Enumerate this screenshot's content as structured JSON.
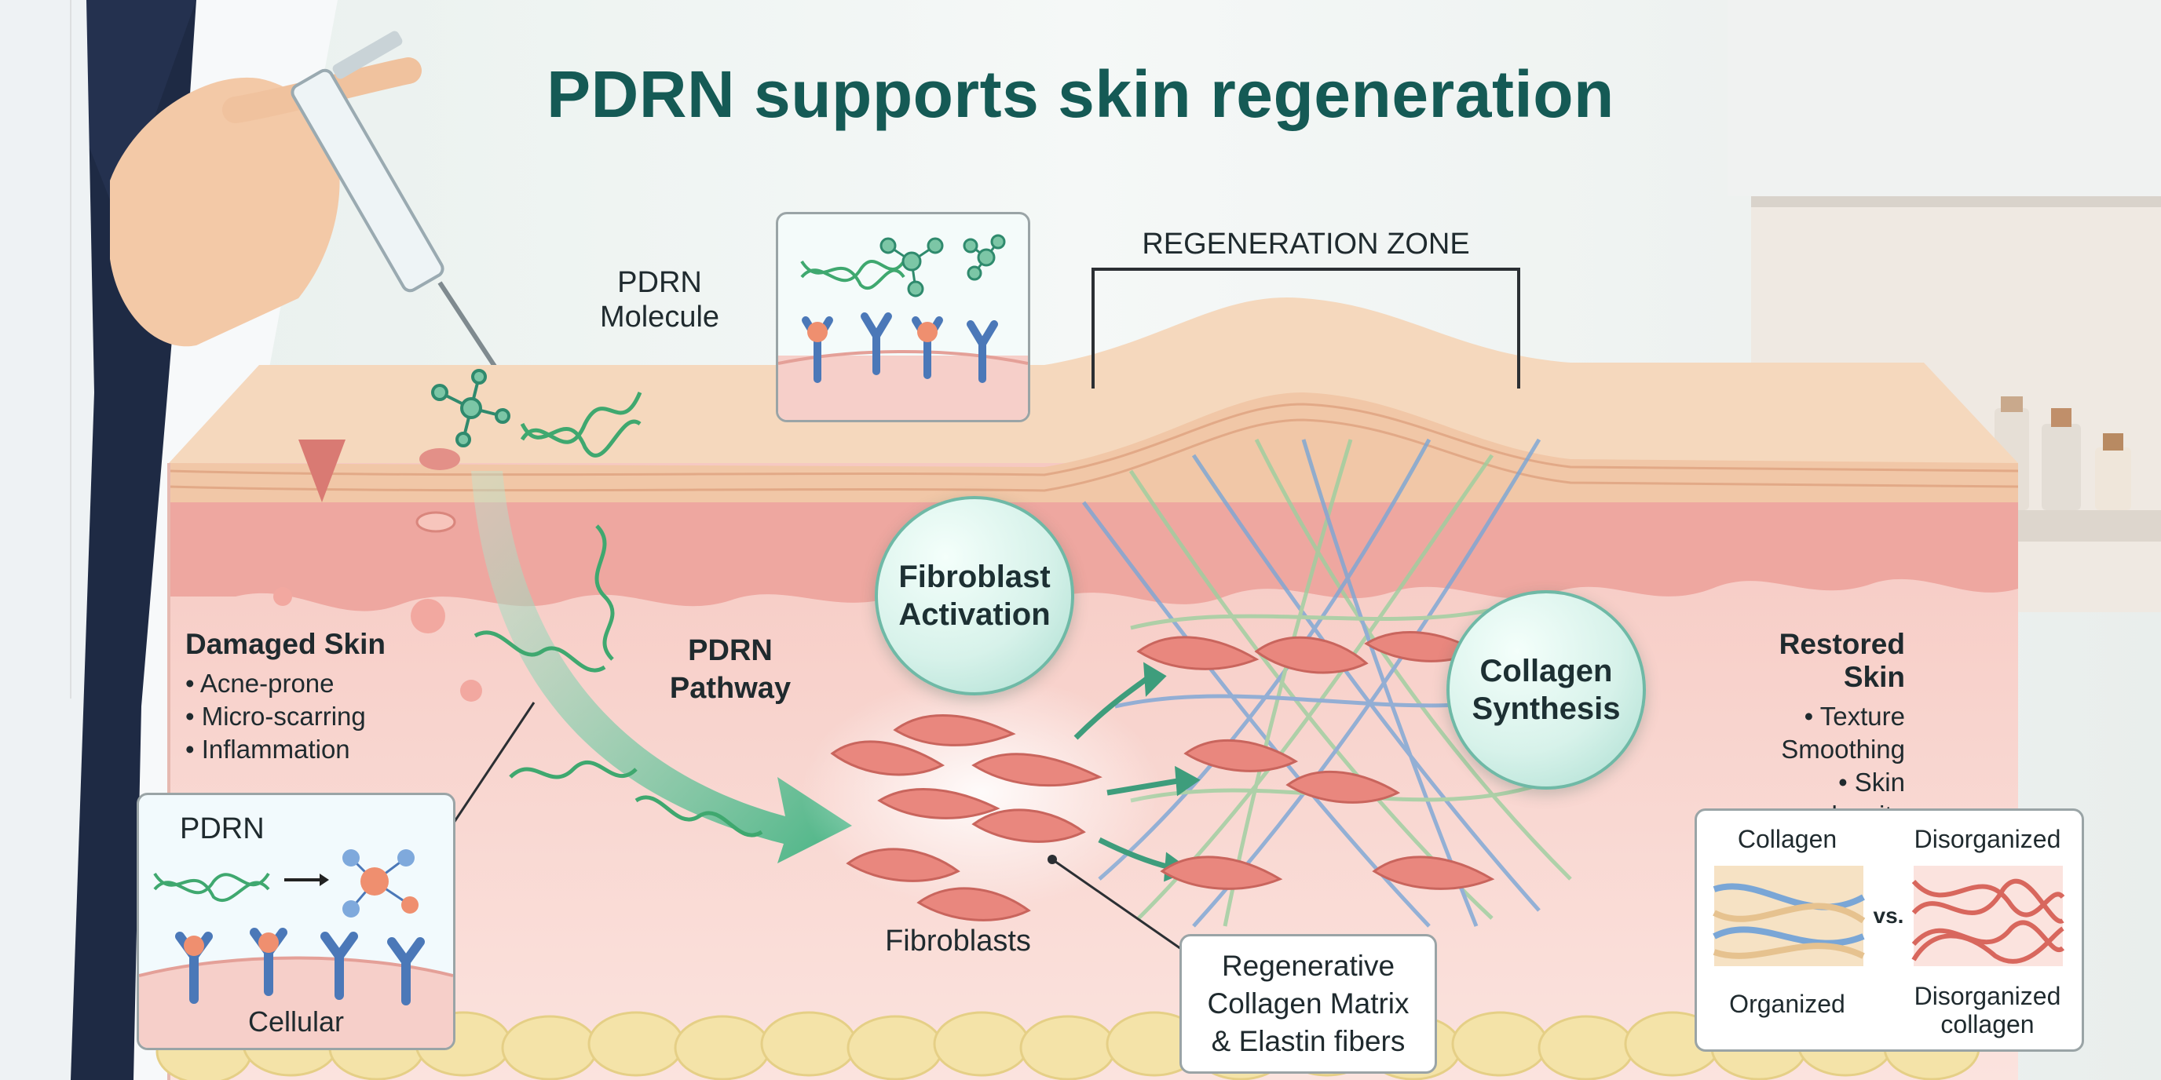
{
  "title": "PDRN supports skin regeneration",
  "labels": {
    "pdrn_molecule": [
      "PDRN",
      "Molecule"
    ],
    "regeneration_zone": "REGENERATION ZONE",
    "damaged_skin": {
      "heading": "Damaged Skin",
      "items": [
        "Acne-prone",
        "Micro-scarring",
        "Inflammation"
      ]
    },
    "pdrn_pathway": [
      "PDRN",
      "Pathway"
    ],
    "fibroblast_activation": [
      "Fibroblast",
      "Activation"
    ],
    "collagen_synthesis": [
      "Collagen",
      "Synthesis"
    ],
    "restored_skin": {
      "heading": "Restored Skin",
      "items": [
        "Texture Smoothing",
        "Skin density"
      ]
    },
    "fibroblasts": "Fibroblasts",
    "matrix": [
      "Regenerative",
      "Collagen Matrix",
      "& Elastin fibers"
    ],
    "inset_pdrn": "PDRN",
    "inset_cellular": "Cellular",
    "compare": {
      "left_title": "Collagen",
      "right_title": "Disorganized",
      "vs": "vs.",
      "left_caption": "Organized",
      "right_caption": [
        "Disorganized",
        "collagen"
      ]
    }
  },
  "colors": {
    "title": "#155a55",
    "skin_surface": "#f3cfb0",
    "dermis": "#f7d4cf",
    "pathway_arrow": "#5fbf93",
    "fibroblast": "#e9877e",
    "collagen_blue": "#7aa6d6",
    "collagen_green": "#9ccf9f",
    "fat": "#f3e2a6"
  }
}
